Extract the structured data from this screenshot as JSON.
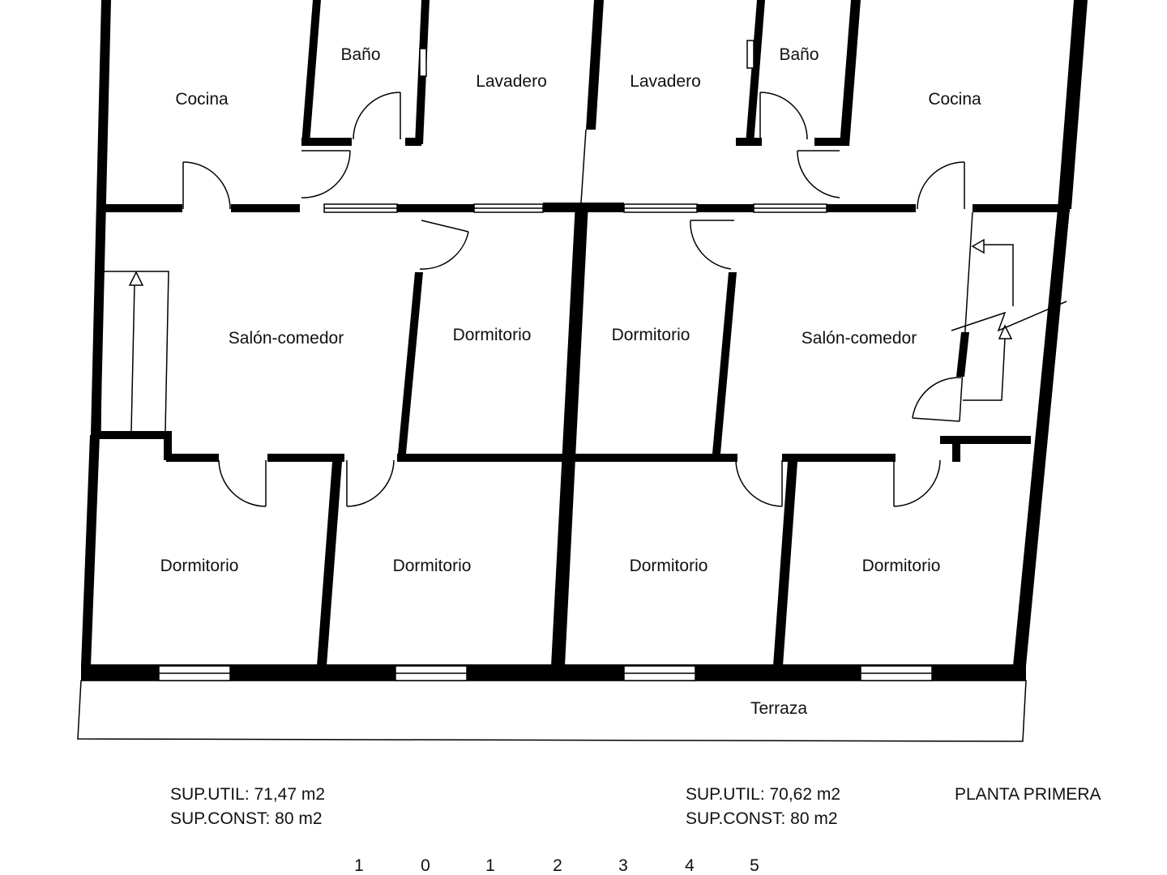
{
  "rooms": {
    "cocina_left": "Cocina",
    "bano_left": "Baño",
    "lavadero_left": "Lavadero",
    "lavadero_right": "Lavadero",
    "bano_right": "Baño",
    "cocina_right": "Cocina",
    "salon_left": "Salón-comedor",
    "dormitorio_mid_left": "Dormitorio",
    "dormitorio_mid_right": "Dormitorio",
    "salon_right": "Salón-comedor",
    "dormitorio_bottom_1": "Dormitorio",
    "dormitorio_bottom_2": "Dormitorio",
    "dormitorio_bottom_3": "Dormitorio",
    "dormitorio_bottom_4": "Dormitorio",
    "terraza": "Terraza"
  },
  "unit_left": {
    "sup_util": "SUP.UTIL: 71,47 m2",
    "sup_const": "SUP.CONST: 80 m2"
  },
  "unit_right": {
    "sup_util": "SUP.UTIL: 70,62 m2",
    "sup_const": "SUP.CONST: 80 m2"
  },
  "plan_title": "PLANTA PRIMERA",
  "scale_bar": {
    "ticks": [
      "1",
      "0",
      "1",
      "2",
      "3",
      "4",
      "5"
    ]
  },
  "colors": {
    "wall": "#000000",
    "background": "#ffffff"
  }
}
